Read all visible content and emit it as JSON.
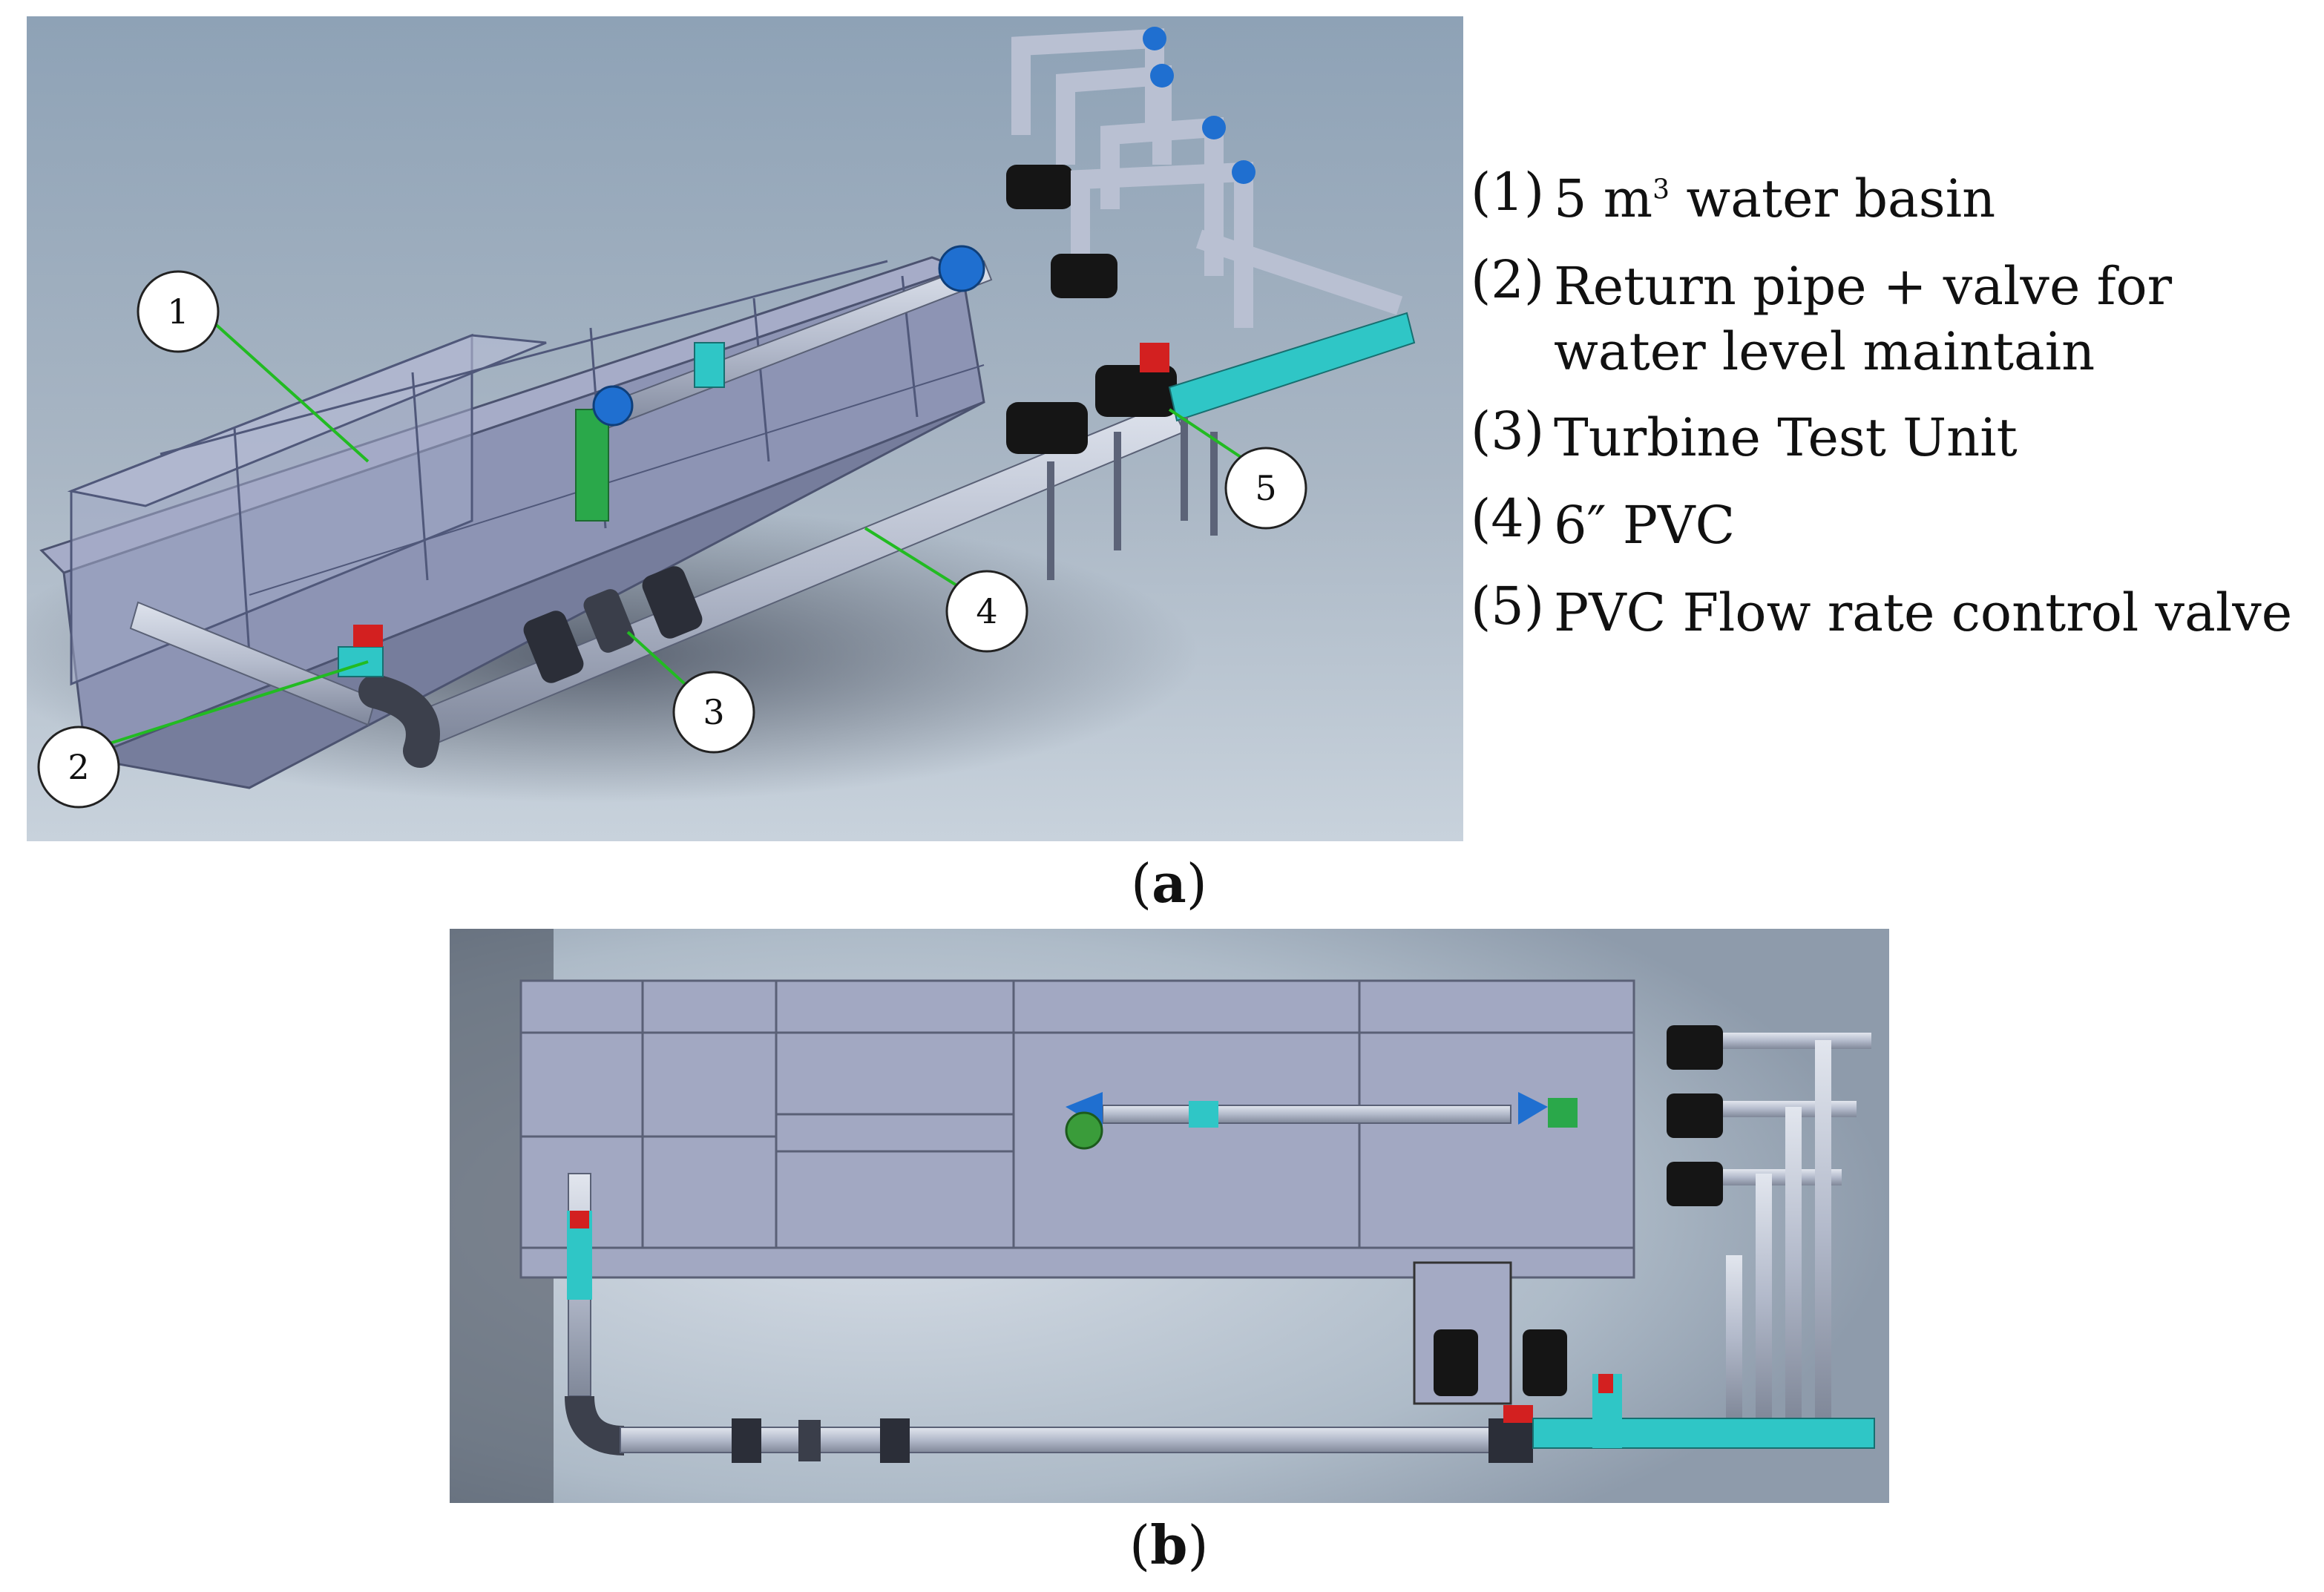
{
  "panel_a": {
    "callouts": [
      {
        "id": "1",
        "label": "1"
      },
      {
        "id": "2",
        "label": "2"
      },
      {
        "id": "3",
        "label": "3"
      },
      {
        "id": "4",
        "label": "4"
      },
      {
        "id": "5",
        "label": "5"
      }
    ],
    "legend": [
      {
        "num": "(1)",
        "text_before": "5 m",
        "sup": "3",
        "text_after": " water basin"
      },
      {
        "num": "(2)",
        "text_before": "Return pipe + valve for water level maintain",
        "sup": "",
        "text_after": ""
      },
      {
        "num": "(3)",
        "text_before": "Turbine Test Unit",
        "sup": "",
        "text_after": ""
      },
      {
        "num": "(4)",
        "text_before": "6″ PVC",
        "sup": "",
        "text_after": ""
      },
      {
        "num": "(5)",
        "text_before": "PVC Flow rate control valve",
        "sup": "",
        "text_after": ""
      }
    ],
    "caption_letter": "a"
  },
  "panel_b": {
    "caption_letter": "b"
  },
  "colors": {
    "background_a_top": "#8fa3b7",
    "background_a_bottom": "#c9d3dc",
    "tank": "#9ba3c4",
    "pipe": "#b9c0d2",
    "fitting_cyan": "#2fc6c6",
    "fitting_blue": "#1f6fd0",
    "pump_black": "#151515",
    "valve_red": "#d32020",
    "leader_green": "#22bb22"
  }
}
